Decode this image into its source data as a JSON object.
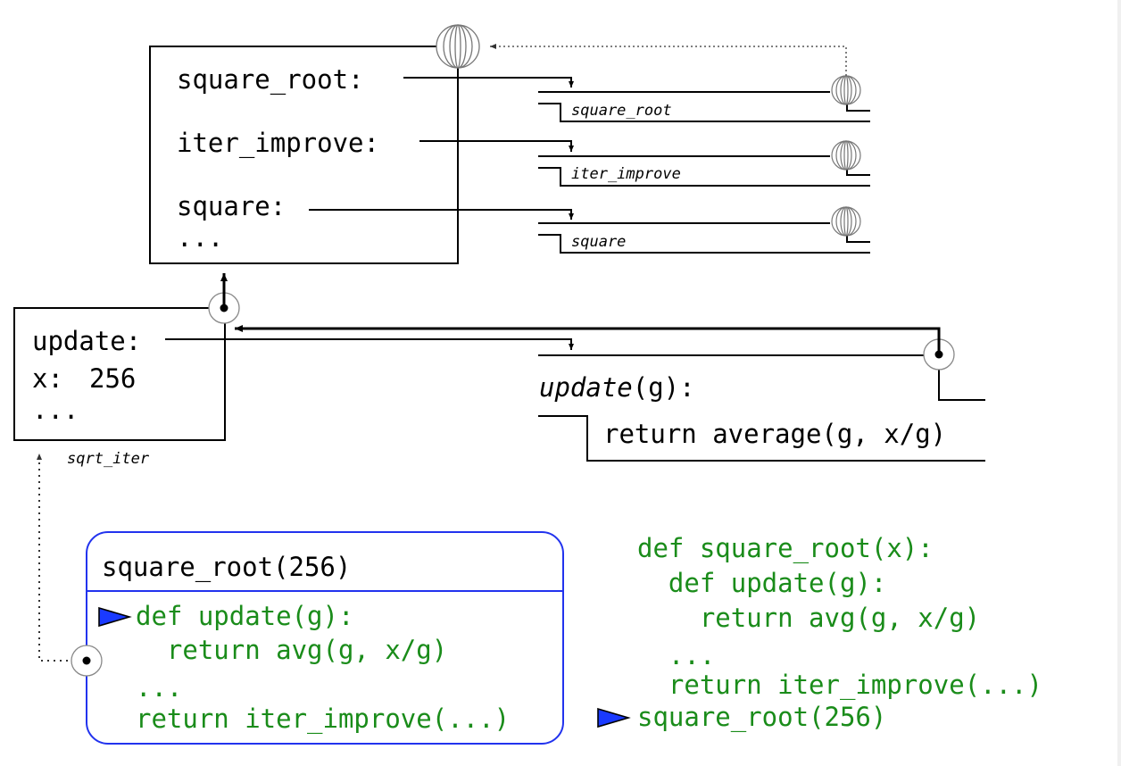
{
  "global_frame": {
    "bindings": [
      {
        "name": "square_root:",
        "fn": "square_root"
      },
      {
        "name": "iter_improve:",
        "fn": "iter_improve"
      },
      {
        "name": "square:",
        "fn": "square"
      }
    ],
    "ellipsis": "..."
  },
  "sqrt_iter_frame": {
    "label": "sqrt_iter",
    "bindings": [
      {
        "name": "update:"
      },
      {
        "name": "x:",
        "value": "256"
      }
    ],
    "ellipsis": "..."
  },
  "update_function": {
    "signature_name": "update",
    "signature_rest": "(g):",
    "body": "return average(g, x/g)"
  },
  "call_box": {
    "title": "square_root(256)",
    "lines": [
      "def update(g):",
      "  return avg(g, x/g)",
      "...",
      "return iter_improve(...)"
    ]
  },
  "code": {
    "lines": [
      "def square_root(x):",
      "  def update(g):",
      "    return avg(g, x/g)",
      "  ...",
      "  return iter_improve(...)",
      "square_root(256)"
    ]
  },
  "colors": {
    "code_green": "#1a8c1a",
    "call_box_border": "#2233ee",
    "pointer_blue": "#1a3aff"
  }
}
